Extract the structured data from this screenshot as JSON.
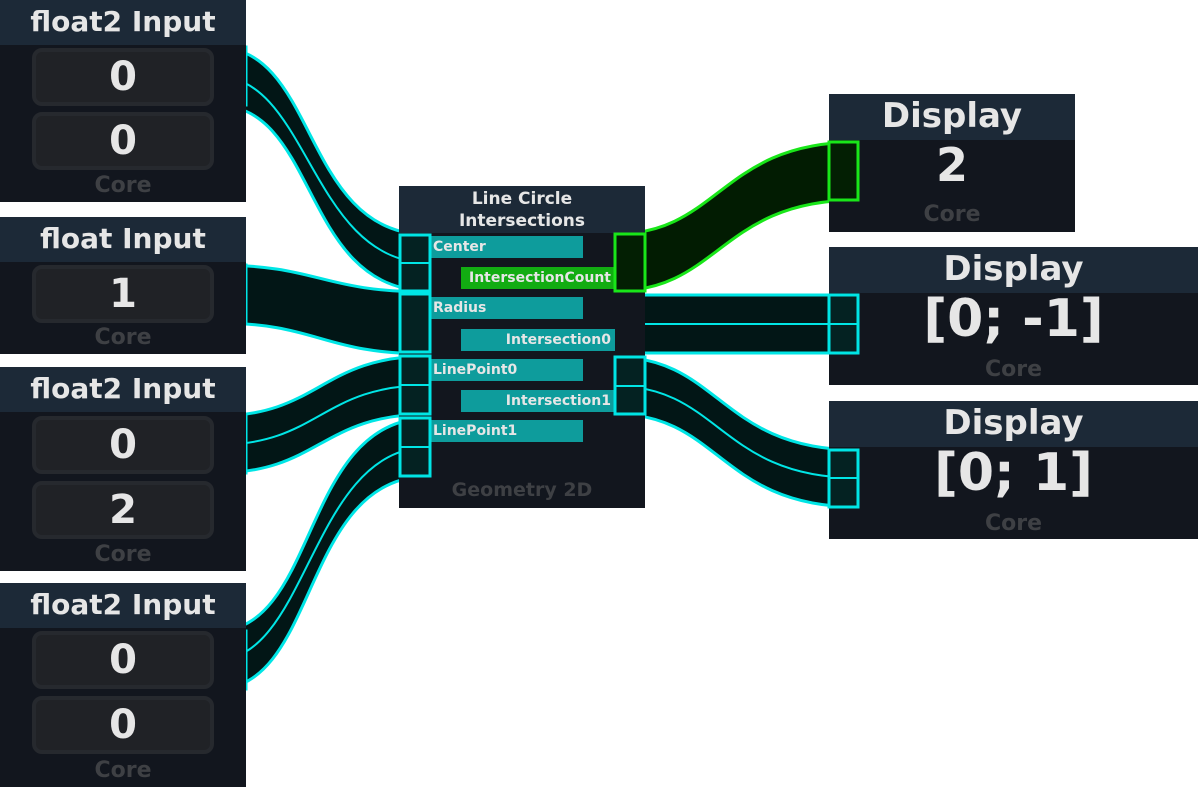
{
  "graph": {
    "input_nodes": [
      {
        "title": "float2 Input",
        "fields": [
          "0",
          "0"
        ],
        "footer": "Core"
      },
      {
        "title": "float Input",
        "fields": [
          "1"
        ],
        "footer": "Core"
      },
      {
        "title": "float2 Input",
        "fields": [
          "0",
          "2"
        ],
        "footer": "Core"
      },
      {
        "title": "float2 Input",
        "fields": [
          "0",
          "0"
        ],
        "footer": "Core"
      }
    ],
    "center_node": {
      "title_line1": "Line Circle",
      "title_line2": "Intersections",
      "inputs": [
        "Center",
        "Radius",
        "LinePoint0",
        "LinePoint1"
      ],
      "outputs": [
        "IntersectionCount",
        "Intersection0",
        "Intersection1"
      ],
      "footer": "Geometry 2D"
    },
    "display_nodes": [
      {
        "title": "Display",
        "value": "2",
        "footer": "Core"
      },
      {
        "title": "Display",
        "value": "[0; -1]",
        "footer": "Core"
      },
      {
        "title": "Display",
        "value": "[0; 1]",
        "footer": "Core"
      }
    ],
    "colors": {
      "vector_wire": "#00e5e5",
      "int_wire": "#19e619",
      "pin_teal": "#0e9c9c",
      "pin_green": "#12ac12"
    }
  }
}
